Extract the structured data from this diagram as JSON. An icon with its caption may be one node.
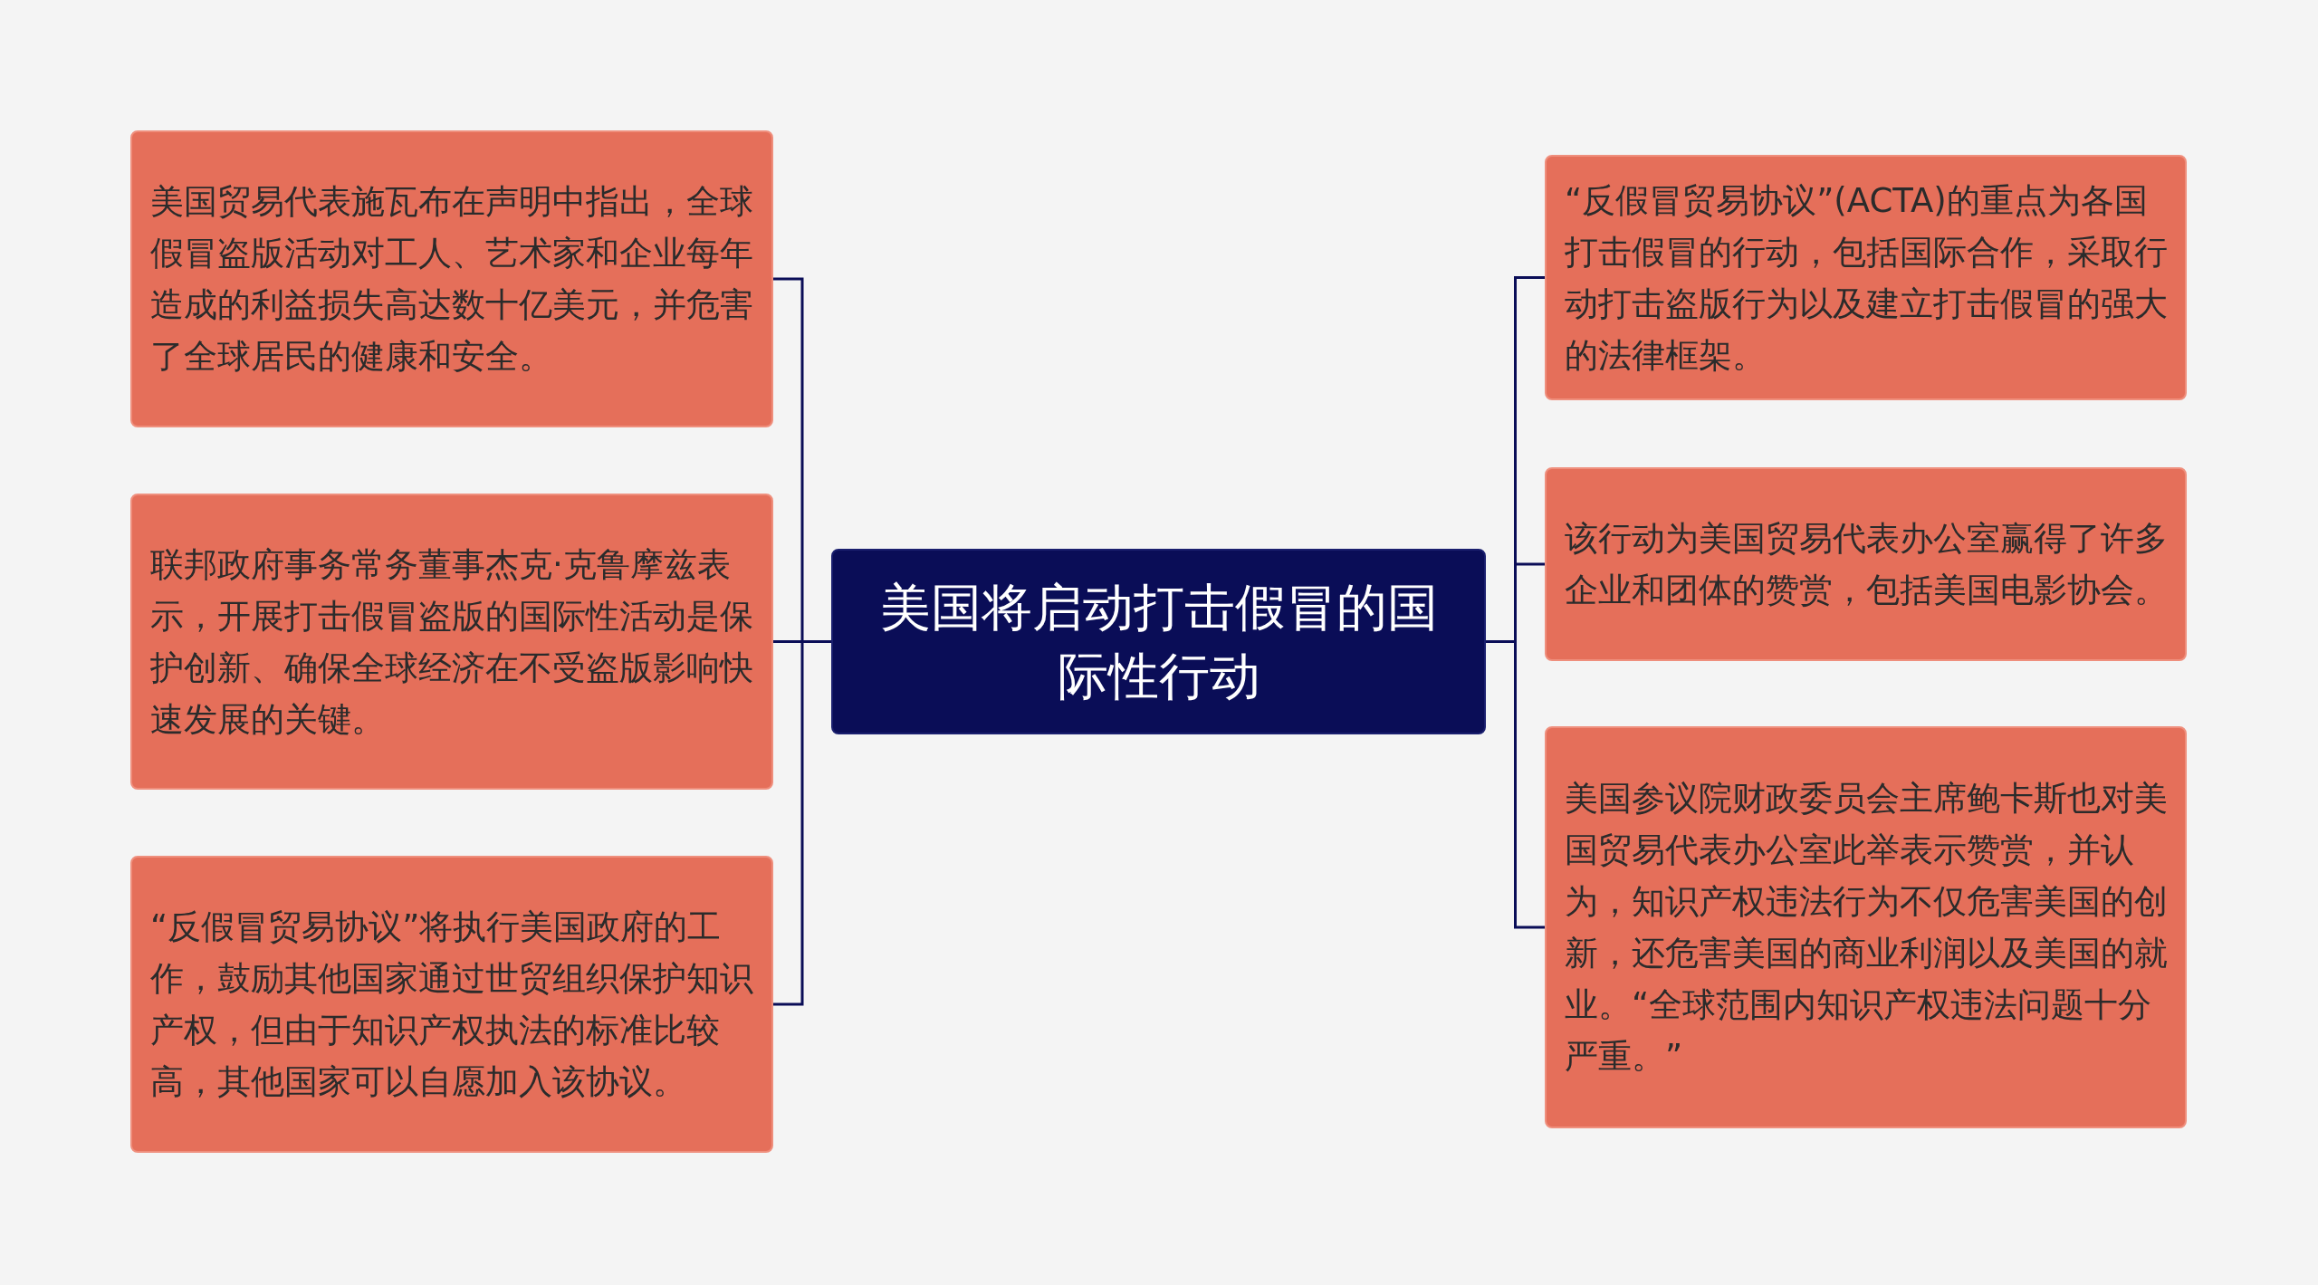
{
  "diagram": {
    "nodes": [
      {
        "text": [
          "美国将启动打击假冒的国际性行动"
        ]
      },
      {
        "text": [
          "美国贸易代表施瓦布在声明中指出，全球假冒盗版活动对工人、艺术家和企业每年造成的利益损失高达数十亿美元，并危害了全球居民的健康和安全。"
        ]
      },
      {
        "text": [
          "联邦政府事务常务董事杰克·克鲁摩兹表示，开展打击假冒盗版的国际性活动是保护创新、确保全球经济在不受盗版影响快速发展的关键。"
        ]
      },
      {
        "text": [
          "“反假冒贸易协议”将执行美国政府的工作，鼓励其他国家通过世贸组织保护知识产权，但由于知识产权执法的标准比较高，其他国家可以自愿加入该协议。"
        ]
      },
      {
        "text": [
          "“反假冒贸易协议”(ACTA)的重点为各国打击假冒的行动，包括国际合作，采取行动打击盗版行为以及建立打击假冒的强大的法律框架。"
        ]
      },
      {
        "text": [
          "该行动为美国贸易代表办公室赢得了许多企业和团体的赞赏，包括美国电影协会。"
        ]
      },
      {
        "text": [
          "美国参议院财政委员会主席鲍卡斯也对美国贸易代表办公室此举表示赞赏，并认为，知识产权违法行为不仅危害美国的创新，还危害美国的商业利润以及美国的就业。“全球范围内知识产权违法问题十分严重。”"
        ]
      }
    ],
    "edges": [
      {
        "from": 0,
        "to": 1,
        "arrow": "none"
      },
      {
        "from": 0,
        "to": 2,
        "arrow": "none"
      },
      {
        "from": 0,
        "to": 3,
        "arrow": "none"
      },
      {
        "from": 0,
        "to": 4,
        "arrow": "none"
      },
      {
        "from": 0,
        "to": 5,
        "arrow": "none"
      },
      {
        "from": 0,
        "to": 6,
        "arrow": "none"
      }
    ]
  }
}
